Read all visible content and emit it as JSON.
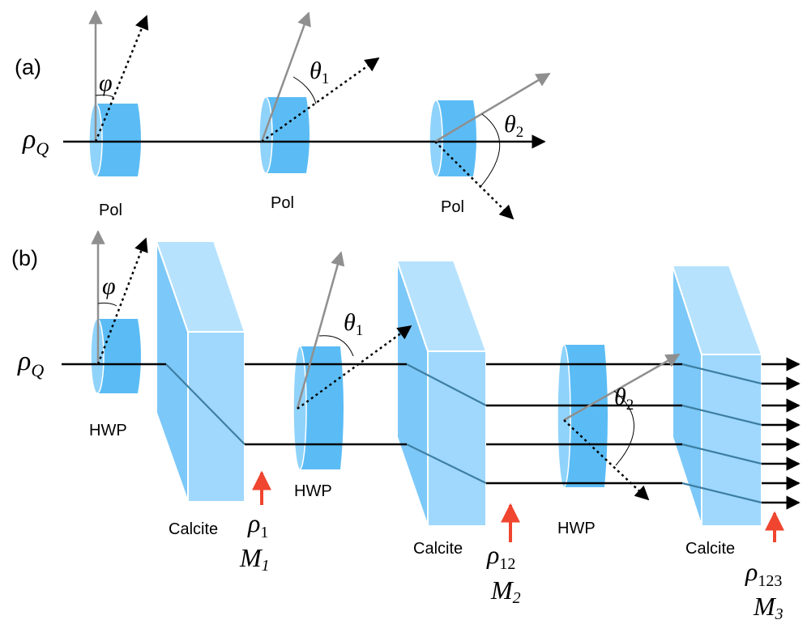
{
  "colors": {
    "lens": "#5bbcf5",
    "lens_light": "#8fd3fb",
    "calcite_front": "#9fd8fc",
    "calcite_side": "#7cc8f8",
    "calcite_top": "#b7e2fd",
    "beam": "#000000",
    "internal_beam": "#3d7fa3",
    "gray_arrow": "#8f8f8f",
    "red_arrow": "#f0452f"
  },
  "panel_a": {
    "label": "(a)",
    "input_state": "ρQ",
    "input_sub": "Q",
    "components": [
      {
        "label": "Pol",
        "angle_symbol": "φ"
      },
      {
        "label": "Pol",
        "angle_symbol": "θ",
        "angle_sub": "1"
      },
      {
        "label": "Pol",
        "angle_symbol": "θ",
        "angle_sub": "2"
      }
    ]
  },
  "panel_b": {
    "label": "(b)",
    "input_state": "ρQ",
    "input_sub": "Q",
    "waveplates": [
      {
        "label": "HWP",
        "angle_symbol": "φ"
      },
      {
        "label": "HWP",
        "angle_symbol": "θ",
        "angle_sub": "1"
      },
      {
        "label": "HWP",
        "angle_symbol": "θ",
        "angle_sub": "2"
      }
    ],
    "calcites": [
      {
        "label": "Calcite"
      },
      {
        "label": "Calcite"
      },
      {
        "label": "Calcite"
      }
    ],
    "measurements": [
      {
        "rho": "ρ",
        "rho_sub": "1",
        "m": "M",
        "m_sub": "1"
      },
      {
        "rho": "ρ",
        "rho_sub": "12",
        "m": "M",
        "m_sub": "2"
      },
      {
        "rho": "ρ",
        "rho_sub": "123",
        "m": "M",
        "m_sub": "3"
      }
    ]
  }
}
